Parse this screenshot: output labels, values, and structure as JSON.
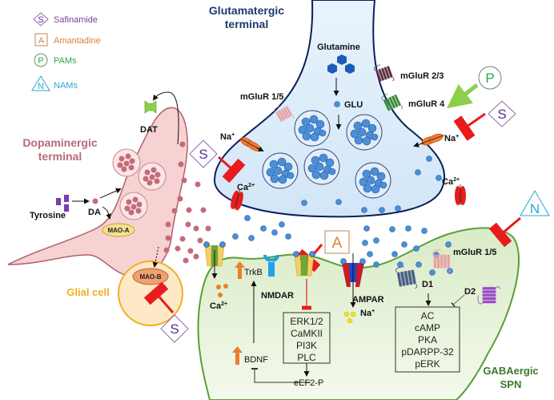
{
  "legend": [
    {
      "symbol": "S",
      "shape": "diamond",
      "label": "Safinamide",
      "color": "#7b3fa0"
    },
    {
      "symbol": "A",
      "shape": "square",
      "label": "Amantadine",
      "color": "#d9813a"
    },
    {
      "symbol": "P",
      "shape": "circle",
      "label": "PAMs",
      "color": "#2ea84a"
    },
    {
      "symbol": "N",
      "shape": "triangle",
      "label": "NAMs",
      "color": "#2aa6d6"
    }
  ],
  "titles": {
    "glutamatergic_line1": "Glutamatergic",
    "glutamatergic_line2": "terminal",
    "dopaminergic_line1": "Dopaminergic",
    "dopaminergic_line2": "terminal",
    "glial": "Glial cell",
    "gaba_line1": "GABAergic",
    "gaba_line2": "SPN"
  },
  "labels": {
    "glutamine": "Glutamine",
    "glu": "GLU",
    "mglur15_pre": "mGluR 1/5",
    "mglur23": "mGluR 2/3",
    "mglur4": "mGluR 4",
    "na_left": "Na",
    "na_right": "Na",
    "plus": "+",
    "ca_pre_left": "Ca",
    "ca_pre_right": "Ca",
    "two_plus": "2+",
    "dat": "DAT",
    "tyrosine": "Tyrosine",
    "da": "DA",
    "mao_a": "MAO-A",
    "mao_b": "MAO-B",
    "ca_post": "Ca",
    "trkb": "TrkB",
    "nmdar": "NMDAR",
    "ampar": "AMPAR",
    "na_post": "Na",
    "mglur15_post": "mGluR 1/5",
    "d1": "D1",
    "d2": "D2",
    "bdnf": "BDNF",
    "eef2p": "eEF2-P"
  },
  "nmdar_box": [
    "ERK1/2",
    "CaMKII",
    "PI3K",
    "PLC"
  ],
  "d1_box": [
    "AC",
    "cAMP",
    "PKA",
    "pDARPP-32",
    "pERK"
  ],
  "drug_markers": {
    "p_symbol": "P",
    "s_symbol": "S",
    "a_symbol": "A",
    "n_symbol": "N"
  },
  "colors": {
    "glut_fill": "#ddeefa",
    "glut_stroke": "#0d1f5c",
    "dopa_fill": "#f7d2d2",
    "dopa_stroke": "#b0606a",
    "spn_fill": "#e6f2d8",
    "spn_stroke": "#5c9e35",
    "glial_fill": "#fde9c8",
    "glial_stroke": "#f0b020",
    "glu_dot": "#4a8fd8",
    "da_dot": "#c46b78",
    "inhibit": "#e81c1c",
    "pam_arrow": "#8ccf4a",
    "up_arrow": "#ee7d2a"
  }
}
